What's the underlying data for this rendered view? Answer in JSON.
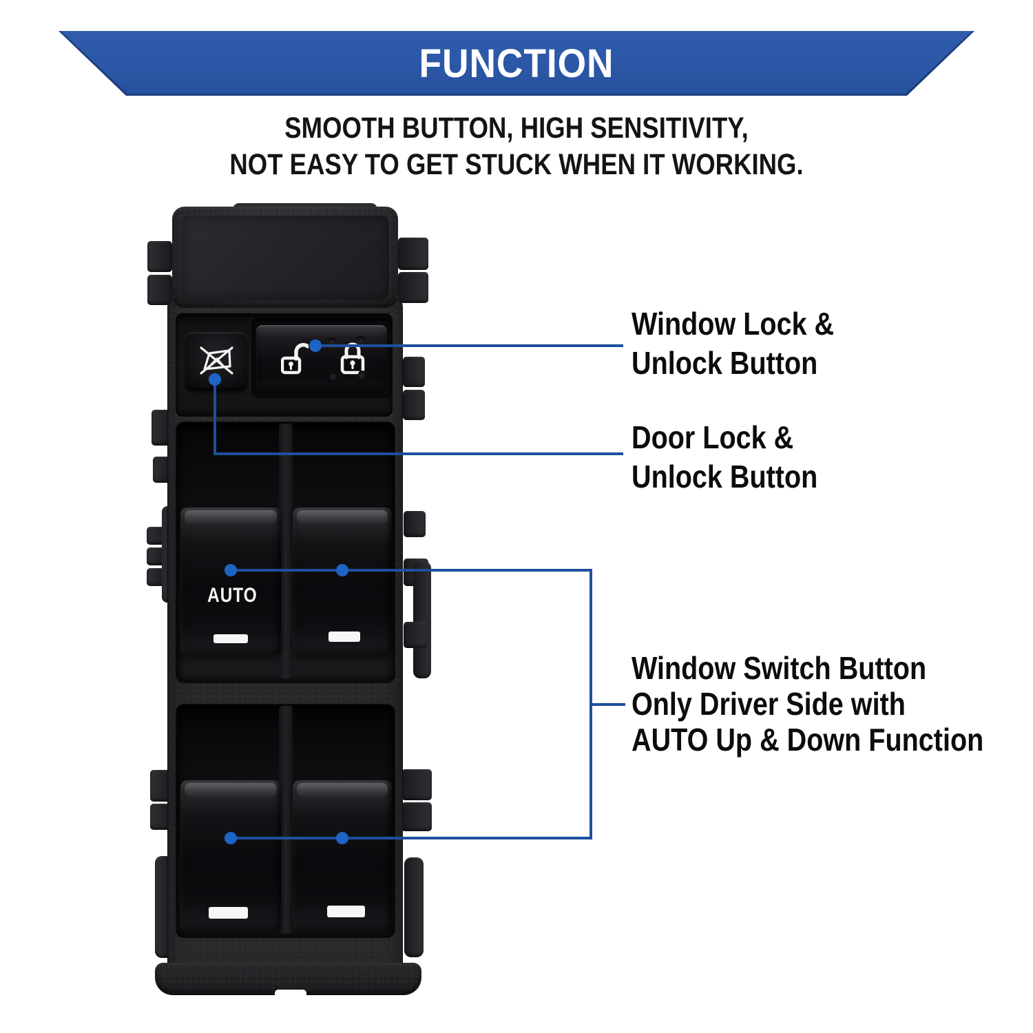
{
  "banner": {
    "title": "FUNCTION",
    "background": "#2b57a6",
    "border": "#1c3e7c",
    "text_color": "#ffffff"
  },
  "tagline": {
    "line1": "SMOOTH BUTTON, HIGH SENSITIVITY,",
    "line2": "NOT EASY TO GET STUCK WHEN IT WORKING."
  },
  "annotations": [
    {
      "id": "window-lock",
      "lines": [
        "Window Lock &",
        "Unlock Button"
      ]
    },
    {
      "id": "door-lock",
      "lines": [
        "Door Lock &",
        "Unlock Button"
      ]
    },
    {
      "id": "window-switch",
      "lines": [
        "Window Switch Button",
        "Only Driver Side with",
        "AUTO Up & Down Function"
      ]
    }
  ],
  "product": {
    "name": "power window master switch",
    "auto_label": "AUTO",
    "icons": [
      "window-lockout-icon",
      "unlock-icon",
      "lock-icon"
    ]
  },
  "colors": {
    "connector_line": "#1f4f9d",
    "connector_dot": "#1d64c4",
    "label_text": "#0c0c0c"
  }
}
